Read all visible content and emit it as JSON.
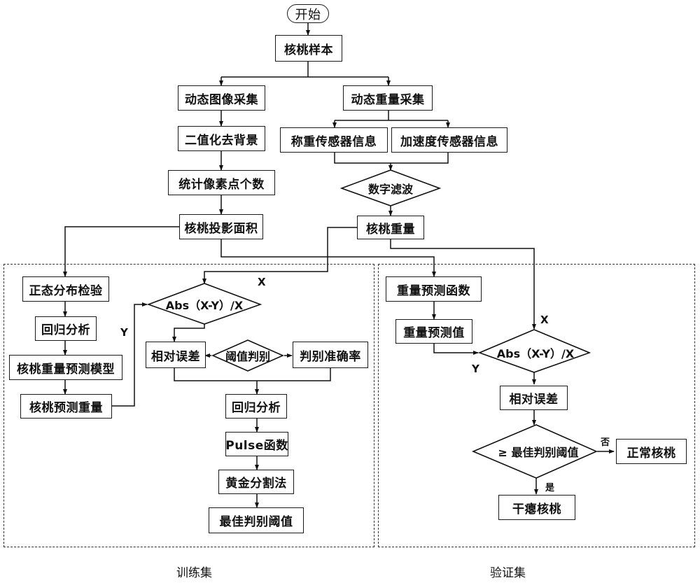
{
  "nodes": {
    "start": "开始",
    "sample": "核桃样本",
    "image_acq": "动态图像采集",
    "binarize": "二值化去背景",
    "count_pixels": "统计像素点个数",
    "proj_area": "核桃投影面积",
    "weight_acq": "动态重量采集",
    "load_sensor": "称重传感器信息",
    "accel_sensor": "加速度传感器信息",
    "digital_filter": "数字滤波",
    "walnut_weight": "核桃重量",
    "normality_test": "正态分布检验",
    "regression_1": "回归分析",
    "weight_model": "核桃重量预测模型",
    "pred_weight": "核桃预测重量",
    "abs_train": "Abs（X-Y）/X",
    "rel_error_train": "相对误差",
    "threshold_judge": "阈值判别",
    "judge_accuracy": "判别准确率",
    "regression_2": "回归分析",
    "pulse_func": "Pulse函数",
    "golden_section": "黄金分割法",
    "best_threshold": "最佳判别阈值",
    "weight_pred_func": "重量预测函数",
    "weight_pred_val": "重量预测值",
    "abs_valid": "Abs（X-Y）/X",
    "rel_error_valid": "相对误差",
    "ge_best_threshold": "≥ 最佳判别阈值",
    "normal_walnut": "正常核桃",
    "shriveled_walnut": "干瘪核桃"
  },
  "edge_labels": {
    "x_train": "X",
    "y_train": "Y",
    "x_valid": "X",
    "y_valid": "Y",
    "no": "否",
    "yes": "是"
  },
  "groups": {
    "training": "训练集",
    "validation": "验证集"
  }
}
